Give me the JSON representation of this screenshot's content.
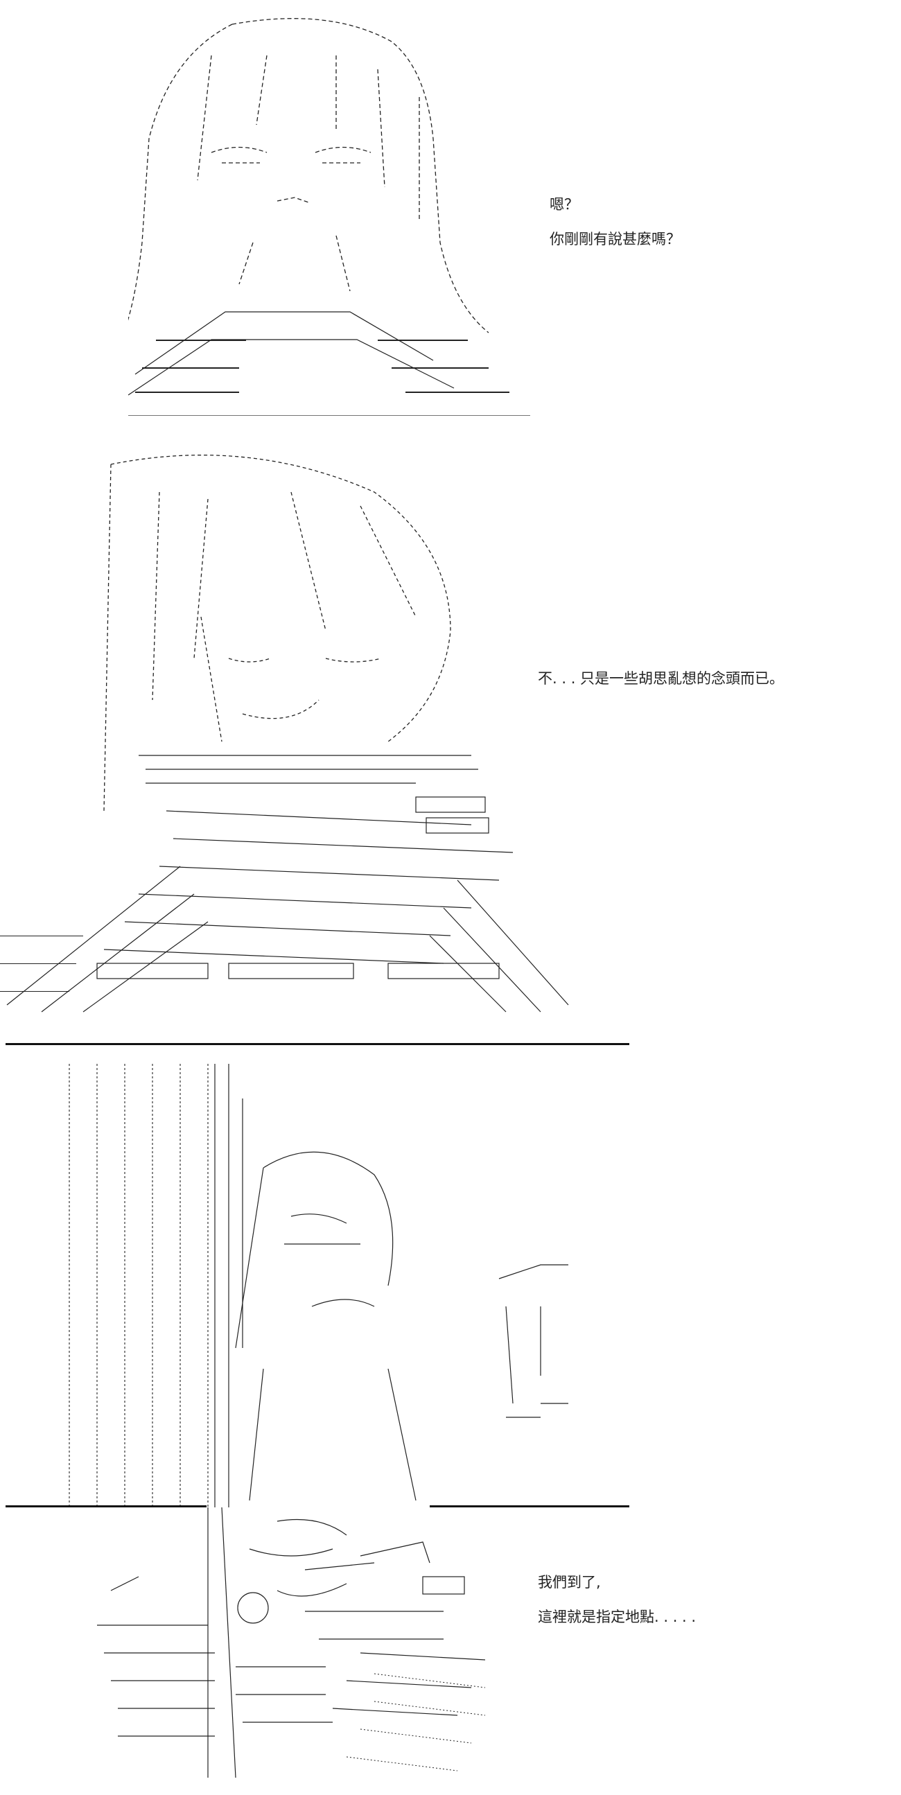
{
  "panels": [
    {
      "captions": [
        "嗯？",
        "你剛剛有說甚麼嗎？"
      ]
    },
    {
      "captions": [
        "不. . . 只是一些胡思亂想的念頭而已。"
      ]
    },
    {
      "captions": [
        "我們到了,",
        "這裡就是指定地點. . . . ."
      ]
    }
  ],
  "colors": {
    "ink": "#111111",
    "paper": "#ffffff",
    "text": "#222222"
  }
}
